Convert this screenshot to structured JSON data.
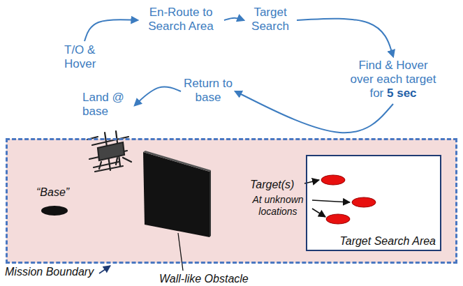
{
  "diagram": {
    "nodes": [
      {
        "text": [
          "T/O & Hover"
        ]
      },
      {
        "text": [
          "En-Route to Search Area"
        ]
      },
      {
        "text": [
          "Target Search"
        ]
      },
      {
        "text": [
          "Find & Hover over each target for",
          "5 sec"
        ]
      },
      {
        "text": [
          "Return to base"
        ]
      },
      {
        "text": [
          "Land @ base"
        ]
      },
      {
        "text": [
          "Mission Boundary"
        ]
      },
      {
        "text": [
          "Target Search Area"
        ],
        "in": 6
      }
    ],
    "edges": [
      {
        "from": 0,
        "to": 1,
        "arrow": "to"
      },
      {
        "from": 1,
        "to": 2,
        "arrow": "to"
      },
      {
        "from": 2,
        "to": 3,
        "arrow": "to"
      },
      {
        "from": 3,
        "to": 4,
        "arrow": "to"
      },
      {
        "from": 4,
        "to": 5,
        "arrow": "to"
      }
    ],
    "labels": [
      "“Base”",
      "Target(s)",
      "At unknown locations",
      "Wall-like Obstacle"
    ]
  }
}
